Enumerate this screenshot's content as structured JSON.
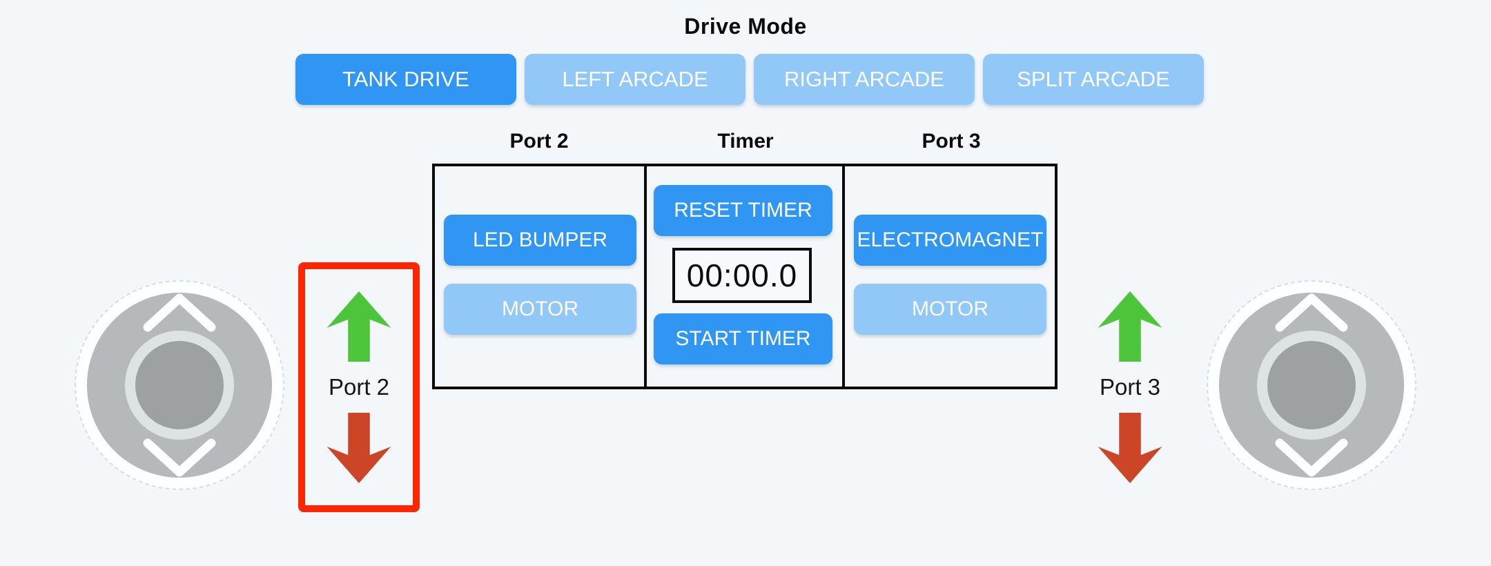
{
  "drive_mode": {
    "title": "Drive Mode",
    "buttons": [
      {
        "label": "TANK DRIVE",
        "active": true
      },
      {
        "label": "LEFT ARCADE",
        "active": false
      },
      {
        "label": "RIGHT ARCADE",
        "active": false
      },
      {
        "label": "SPLIT ARCADE",
        "active": false
      }
    ]
  },
  "panel": {
    "columns": [
      {
        "header": "Port 2",
        "buttons": [
          {
            "label": "LED BUMPER",
            "active": true
          },
          {
            "label": "MOTOR",
            "active": false
          }
        ]
      },
      {
        "header": "Timer",
        "reset_label": "RESET TIMER",
        "display": "00:00.0",
        "start_label": "START TIMER"
      },
      {
        "header": "Port 3",
        "buttons": [
          {
            "label": "ELECTROMAGNET",
            "active": true
          },
          {
            "label": "MOTOR",
            "active": false
          }
        ]
      }
    ]
  },
  "left_control": {
    "label": "Port 2",
    "highlighted": true,
    "up_icon": "block-arrow-up",
    "down_icon": "block-arrow-down"
  },
  "right_control": {
    "label": "Port 3",
    "highlighted": false,
    "up_icon": "block-arrow-up",
    "down_icon": "block-arrow-down"
  },
  "joysticks": {
    "left": "vertical-joystick",
    "right": "vertical-joystick"
  },
  "colors": {
    "background": "#f3f7fa",
    "button_active": "#2f96f3",
    "button_inactive": "#92c8f7",
    "highlight_red": "#ff2600",
    "arrow_green": "#4dc53a",
    "arrow_red": "#cc4526",
    "table_border": "#0a0a0a",
    "joystick_pad": "#b5b9bb",
    "joystick_knob": "#9da1a3",
    "joystick_knob_ring": "#dde3e5"
  }
}
